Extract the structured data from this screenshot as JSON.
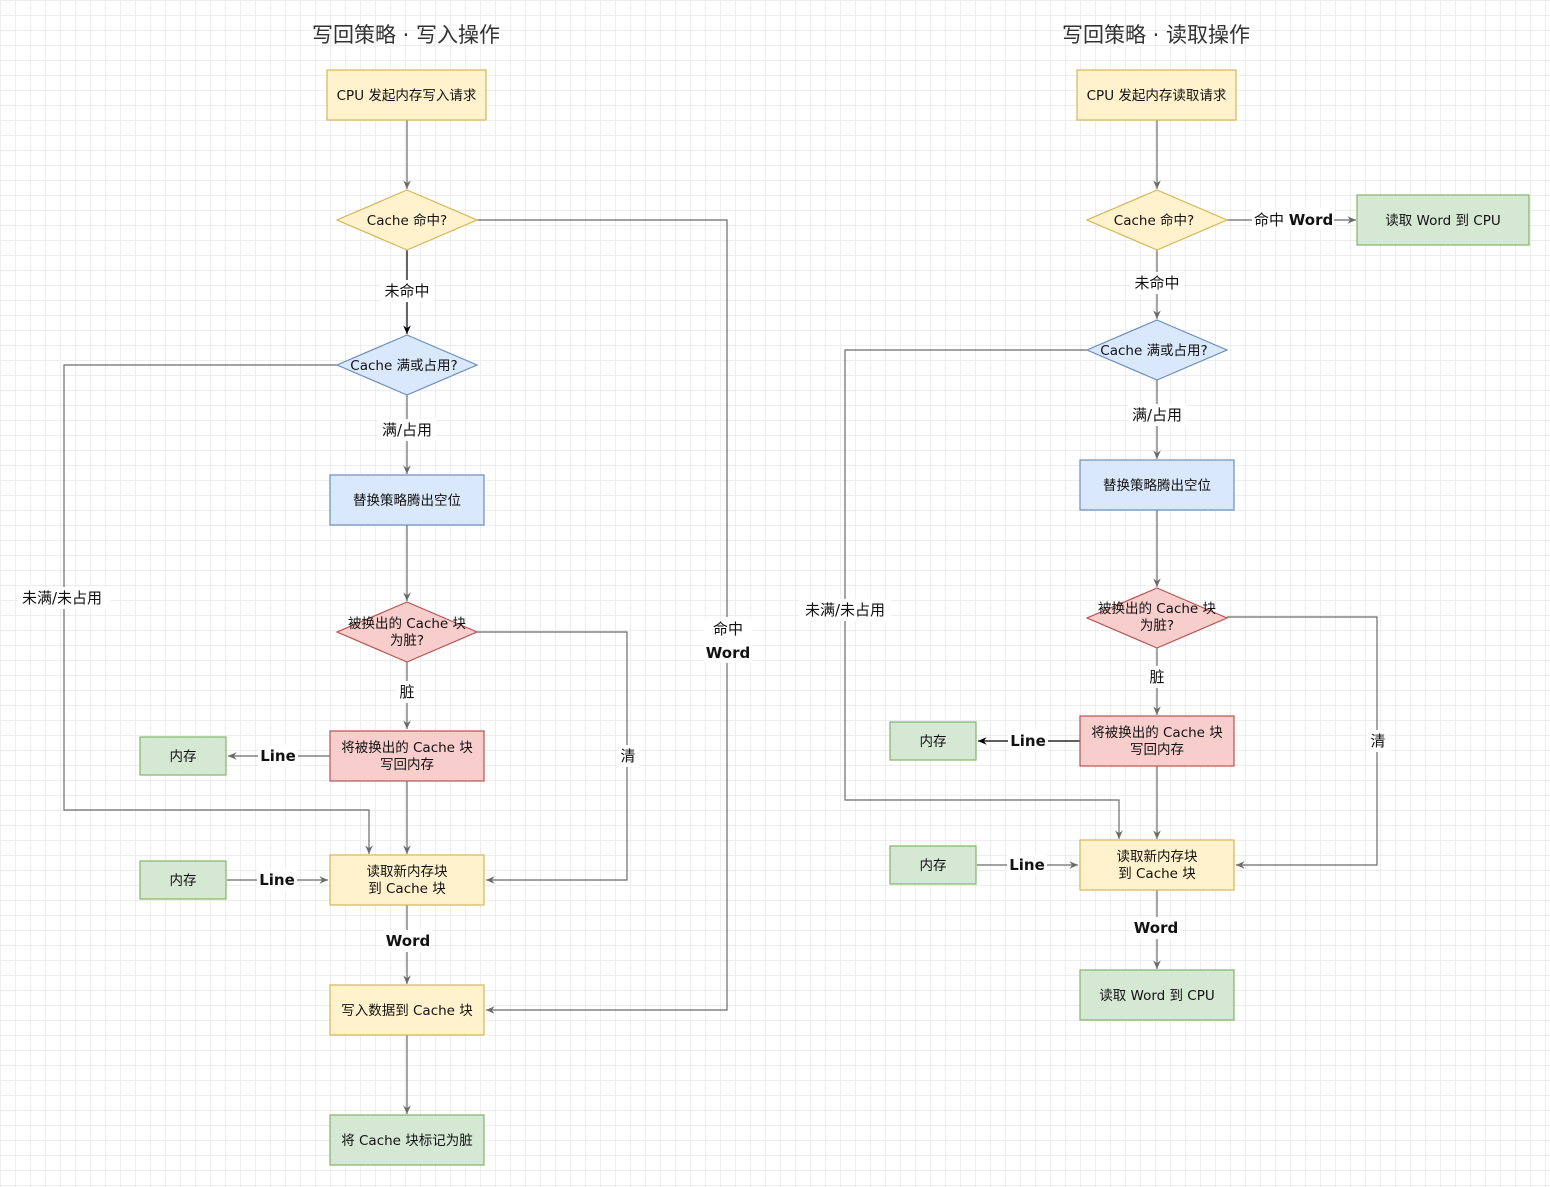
{
  "titles": {
    "write": "写回策略 · 写入操作",
    "read": "写回策略 · 读取操作"
  },
  "colors": {
    "yellow_fill": "#fff2cc",
    "yellow_stroke": "#d6b656",
    "blue_fill": "#dae8fc",
    "blue_stroke": "#6c8ebf",
    "red_fill": "#f8cecc",
    "red_stroke": "#b85450",
    "green_fill": "#d5e8d4",
    "green_stroke": "#82b366",
    "edge": "#6b6b6b"
  },
  "write": {
    "start": "CPU 发起内存写入请求",
    "hit_decision": "Cache 命中?",
    "full_decision": "Cache 满或占用?",
    "replace": "替换策略腾出空位",
    "dirty_decision": [
      "被换出的 Cache 块",
      "为脏?"
    ],
    "writeback": [
      "将被换出的 Cache 块",
      "写回内存"
    ],
    "memory_1": "内存",
    "memory_2": "内存",
    "read_block": [
      "读取新内存块",
      "到 Cache 块"
    ],
    "write_data": "写入数据到 Cache 块",
    "mark_dirty": "将 Cache 块标记为脏",
    "labels": {
      "miss": "未命中",
      "full": "满/占用",
      "not_full": "未满/未占用",
      "dirty": "脏",
      "clean": "清",
      "hit": "命中",
      "hit_word": "Word",
      "line_1": "Line",
      "line_2": "Line",
      "word": "Word"
    }
  },
  "read": {
    "start": "CPU 发起内存读取请求",
    "hit_decision": "Cache 命中?",
    "hit_target": "读取 Word 到 CPU",
    "full_decision": "Cache 满或占用?",
    "replace": "替换策略腾出空位",
    "dirty_decision": [
      "被换出的 Cache 块",
      "为脏?"
    ],
    "writeback": [
      "将被换出的 Cache 块",
      "写回内存"
    ],
    "memory_1": "内存",
    "memory_2": "内存",
    "read_block": [
      "读取新内存块",
      "到 Cache 块"
    ],
    "final": "读取 Word 到 CPU",
    "labels": {
      "hit": "命中",
      "hit_word": "Word",
      "miss": "未命中",
      "full": "满/占用",
      "not_full": "未满/未占用",
      "dirty": "脏",
      "clean": "清",
      "line_1": "Line",
      "line_2": "Line",
      "word": "Word"
    }
  }
}
